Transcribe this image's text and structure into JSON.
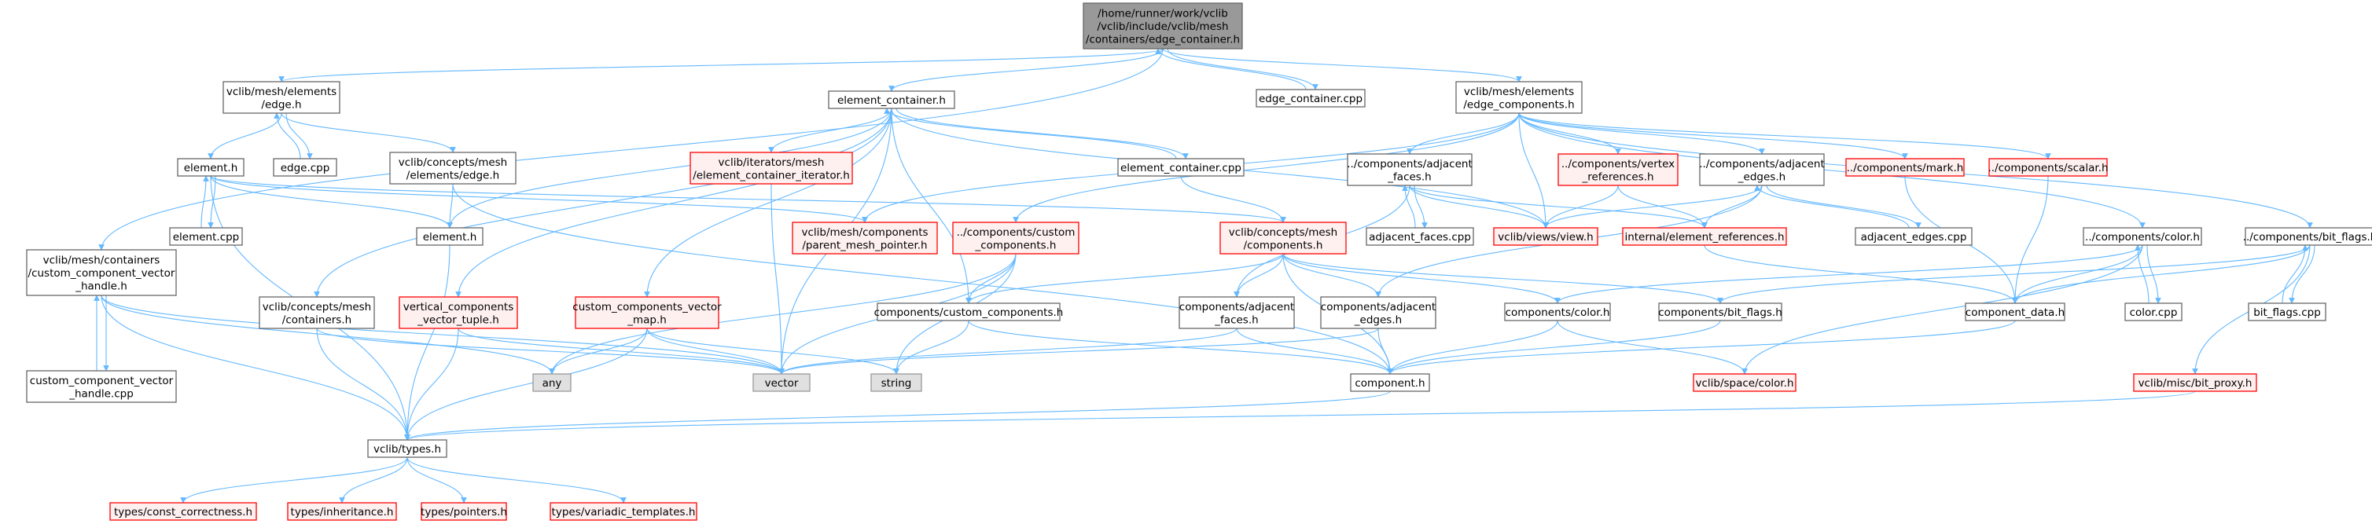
{
  "colors": {
    "edge": "#63b8ff",
    "node_fill": "#ffffff",
    "node_border": "#666666",
    "focus_fill": "#999999",
    "focus_border": "#666666",
    "undocumented_border": "#ff0000",
    "undocumented_fill": "#fff0f0",
    "external_fill": "#e0e0e0",
    "external_border": "#999999"
  },
  "nodes": [
    {
      "id": "edge_container_h",
      "lines": [
        "/home/runner/work/vclib",
        "/vclib/include/vclib/mesh",
        "/containers/edge_container.h"
      ],
      "style": "focus"
    },
    {
      "id": "edge_container_cpp",
      "lines": [
        "edge_container.cpp"
      ],
      "style": "normal"
    },
    {
      "id": "elements_edge_h",
      "lines": [
        "vclib/mesh/elements",
        "/edge.h"
      ],
      "style": "normal"
    },
    {
      "id": "edge_cpp",
      "lines": [
        "edge.cpp"
      ],
      "style": "normal"
    },
    {
      "id": "element_container_h",
      "lines": [
        "element_container.h"
      ],
      "style": "normal"
    },
    {
      "id": "edge_components_h",
      "lines": [
        "vclib/mesh/elements",
        "/edge_components.h"
      ],
      "style": "normal"
    },
    {
      "id": "element_h",
      "lines": [
        "element.h"
      ],
      "style": "normal"
    },
    {
      "id": "element_cpp",
      "lines": [
        "element.cpp"
      ],
      "style": "normal"
    },
    {
      "id": "concepts_mesh_elements_edge_h",
      "lines": [
        "vclib/concepts/mesh",
        "/elements/edge.h"
      ],
      "style": "normal"
    },
    {
      "id": "iterators_element_container_iterator",
      "lines": [
        "vclib/iterators/mesh",
        "/element_container_iterator.h"
      ],
      "style": "red"
    },
    {
      "id": "element_container_cpp",
      "lines": [
        "element_container.cpp"
      ],
      "style": "normal"
    },
    {
      "id": "comp_adjacent_faces_h",
      "lines": [
        "../components/adjacent",
        "_faces.h"
      ],
      "style": "normal"
    },
    {
      "id": "comp_vertex_references",
      "lines": [
        "../components/vertex",
        "_references.h"
      ],
      "style": "red"
    },
    {
      "id": "comp_adjacent_edges_h",
      "lines": [
        "../components/adjacent",
        "_edges.h"
      ],
      "style": "normal"
    },
    {
      "id": "comp_mark_h",
      "lines": [
        "../components/mark.h"
      ],
      "style": "red"
    },
    {
      "id": "comp_scalar_h",
      "lines": [
        "../components/scalar.h"
      ],
      "style": "red"
    },
    {
      "id": "element_h2",
      "lines": [
        "element.h"
      ],
      "style": "normal"
    },
    {
      "id": "parent_mesh_pointer",
      "lines": [
        "vclib/mesh/components",
        "/parent_mesh_pointer.h"
      ],
      "style": "red"
    },
    {
      "id": "comp_custom_components_h",
      "lines": [
        "../components/custom",
        "_components.h"
      ],
      "style": "red"
    },
    {
      "id": "concepts_mesh_components",
      "lines": [
        "vclib/concepts/mesh",
        "/components.h"
      ],
      "style": "red"
    },
    {
      "id": "adjacent_faces_cpp",
      "lines": [
        "adjacent_faces.cpp"
      ],
      "style": "normal"
    },
    {
      "id": "views_view_h",
      "lines": [
        "vclib/views/view.h"
      ],
      "style": "red"
    },
    {
      "id": "internal_element_references",
      "lines": [
        "internal/element_references.h"
      ],
      "style": "red"
    },
    {
      "id": "adjacent_edges_cpp",
      "lines": [
        "adjacent_edges.cpp"
      ],
      "style": "normal"
    },
    {
      "id": "comp_color_h",
      "lines": [
        "../components/color.h"
      ],
      "style": "normal"
    },
    {
      "id": "comp_bit_flags_h",
      "lines": [
        "../components/bit_flags.h"
      ],
      "style": "normal"
    },
    {
      "id": "custom_component_vector_handle_h",
      "lines": [
        "vclib/mesh/containers",
        "/custom_component_vector",
        "_handle.h"
      ],
      "style": "normal"
    },
    {
      "id": "custom_component_vector_handle_cpp",
      "lines": [
        "custom_component_vector",
        "_handle.cpp"
      ],
      "style": "normal"
    },
    {
      "id": "concepts_mesh_containers",
      "lines": [
        "vclib/concepts/mesh",
        "/containers.h"
      ],
      "style": "normal"
    },
    {
      "id": "vertical_components_vector_tuple",
      "lines": [
        "vertical_components",
        "_vector_tuple.h"
      ],
      "style": "red"
    },
    {
      "id": "custom_components_vector_map",
      "lines": [
        "custom_components_vector",
        "_map.h"
      ],
      "style": "red"
    },
    {
      "id": "components_custom_components_h",
      "lines": [
        "components/custom_components.h"
      ],
      "style": "normal"
    },
    {
      "id": "components_adjacent_faces_h",
      "lines": [
        "components/adjacent",
        "_faces.h"
      ],
      "style": "normal"
    },
    {
      "id": "components_adjacent_edges_h",
      "lines": [
        "components/adjacent",
        "_edges.h"
      ],
      "style": "normal"
    },
    {
      "id": "components_color_h",
      "lines": [
        "components/color.h"
      ],
      "style": "normal"
    },
    {
      "id": "components_bit_flags_h",
      "lines": [
        "components/bit_flags.h"
      ],
      "style": "normal"
    },
    {
      "id": "component_data_h",
      "lines": [
        "component_data.h"
      ],
      "style": "normal"
    },
    {
      "id": "color_cpp",
      "lines": [
        "color.cpp"
      ],
      "style": "normal"
    },
    {
      "id": "bit_flags_cpp",
      "lines": [
        "bit_flags.cpp"
      ],
      "style": "normal"
    },
    {
      "id": "any",
      "lines": [
        "any"
      ],
      "style": "external"
    },
    {
      "id": "vector",
      "lines": [
        "vector"
      ],
      "style": "external"
    },
    {
      "id": "string",
      "lines": [
        "string"
      ],
      "style": "external"
    },
    {
      "id": "component_h",
      "lines": [
        "component.h"
      ],
      "style": "normal"
    },
    {
      "id": "space_color_h",
      "lines": [
        "vclib/space/color.h"
      ],
      "style": "red"
    },
    {
      "id": "misc_bit_proxy_h",
      "lines": [
        "vclib/misc/bit_proxy.h"
      ],
      "style": "red"
    },
    {
      "id": "types_h",
      "lines": [
        "vclib/types.h"
      ],
      "style": "normal"
    },
    {
      "id": "types_const_correctness",
      "lines": [
        "types/const_correctness.h"
      ],
      "style": "red"
    },
    {
      "id": "types_inheritance",
      "lines": [
        "types/inheritance.h"
      ],
      "style": "red"
    },
    {
      "id": "types_pointers",
      "lines": [
        "types/pointers.h"
      ],
      "style": "red"
    },
    {
      "id": "types_variadic_templates",
      "lines": [
        "types/variadic_templates.h"
      ],
      "style": "red"
    }
  ]
}
